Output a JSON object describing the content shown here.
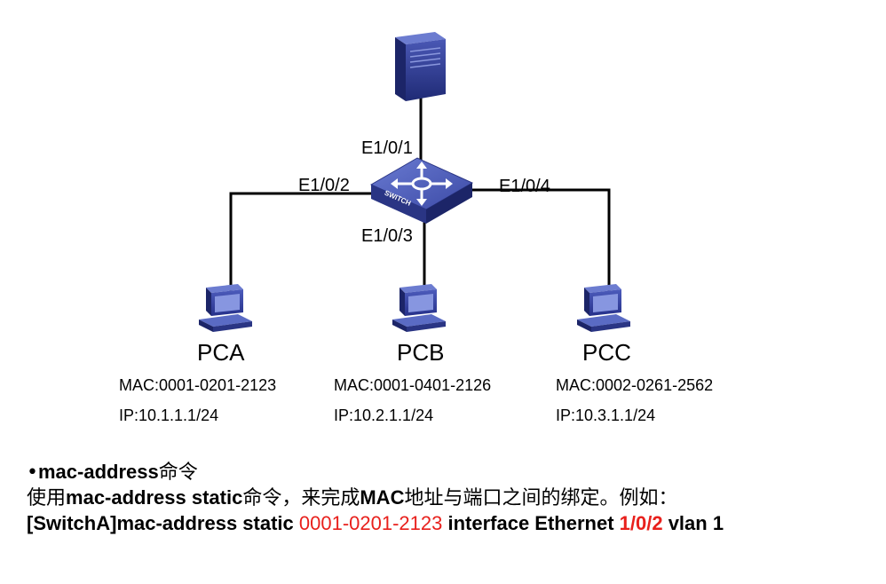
{
  "diagram": {
    "server_icon": "server-tower-icon",
    "switch_icon": "switch-icon",
    "switch_label": "SWITCH",
    "pc_icon": "desktop-pc-icon",
    "ports": {
      "p1": "E1/0/1",
      "p2": "E1/0/2",
      "p3": "E1/0/3",
      "p4": "E1/0/4"
    },
    "pcs": [
      {
        "name": "PCA",
        "mac": "MAC:0001-0201-2123",
        "ip": "IP:10.1.1.1/24"
      },
      {
        "name": "PCB",
        "mac": "MAC:0001-0401-2126",
        "ip": "IP:10.2.1.1/24"
      },
      {
        "name": "PCC",
        "mac": "MAC:0002-0261-2562",
        "ip": "IP:10.3.1.1/24"
      }
    ],
    "colors": {
      "device_blue": "#2e3a8c",
      "device_light": "#5a6bc4",
      "link": "#000000"
    }
  },
  "text": {
    "line1": {
      "bullet": "•",
      "cmd": "mac-address",
      "rest": "命令"
    },
    "line2": {
      "p1": "使用",
      "cmd": "mac-address static",
      "p2": "命令，来完成",
      "mac": "MAC",
      "p3": "地址与端口之间的绑定。例如："
    },
    "line3": {
      "prompt": "[SwitchA]mac-address static ",
      "mac": "0001-0201-2123",
      "mid": " interface Ethernet ",
      "port": "1/0/2",
      "end": " vlan 1"
    },
    "colors": {
      "highlight": "#e8201c"
    }
  }
}
